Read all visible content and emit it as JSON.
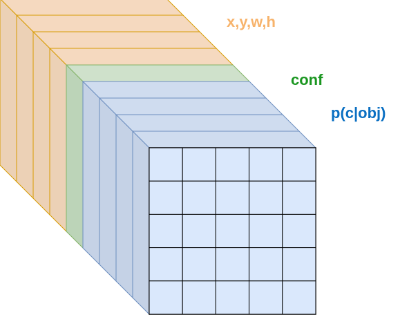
{
  "labels": {
    "box": "x,y,w,h",
    "conf": "conf",
    "class": "p(c|obj)"
  },
  "colors": {
    "box_fill_top": "#f5d9bf",
    "box_fill_side": "#ecd1b6",
    "box_stroke": "#d79b00",
    "box_label": "#f7b36b",
    "conf_fill_top": "#cfe1cb",
    "conf_fill_side": "#bcd4b8",
    "conf_stroke": "#82b366",
    "conf_label": "#1a9620",
    "class_fill_top": "#cfdcef",
    "class_fill_side": "#c5d2e6",
    "class_stroke": "#6c8ebf",
    "class_label": "#0a6fc2",
    "grid_fill": "#dae8fc",
    "grid_stroke": "#000000"
  },
  "tensor": {
    "box_slices": 4,
    "conf_slices": 1,
    "class_slices": 4,
    "grid_rows": 5,
    "grid_cols": 5
  }
}
